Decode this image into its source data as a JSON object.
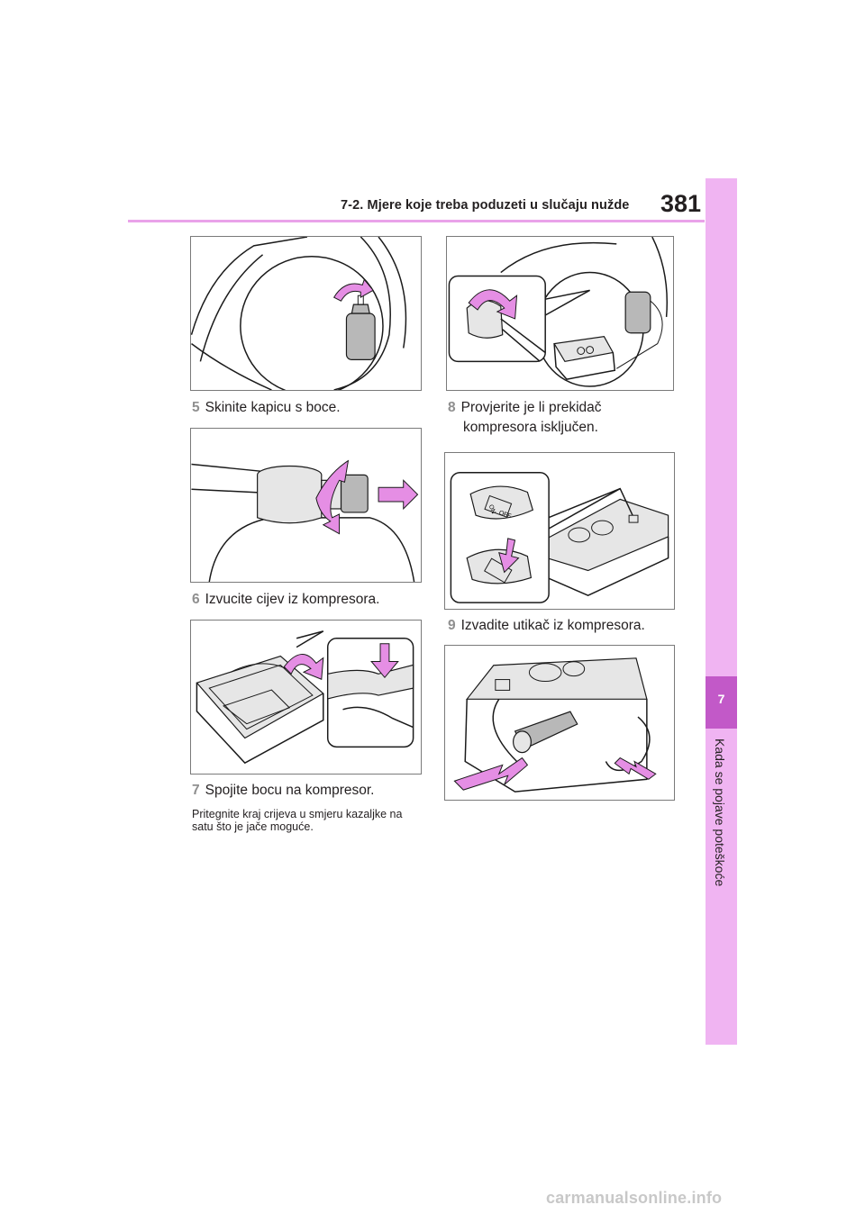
{
  "header": {
    "section_title": "7-2. Mjere koje treba poduzeti u slučaju nužde",
    "page_number": "381"
  },
  "side_tab": {
    "chapter_number": "7",
    "chapter_title": "Kada se pojave poteškoće"
  },
  "steps": [
    {
      "number": "5",
      "text": "Skinite kapicu s boce."
    },
    {
      "number": "6",
      "text": "Izvucite cijev iz kompresora."
    },
    {
      "number": "7",
      "text": "Spojite bocu na kompresor.",
      "note": "Pritegnite kraj crijeva u smjeru kazaljke na satu što je jače moguće."
    },
    {
      "number": "8",
      "text_line1": "Provjerite je li prekidač",
      "text_line2": "kompresora isključen."
    },
    {
      "number": "9",
      "text": "Izvadite utikač iz kompresora."
    }
  ],
  "switch_labels": {
    "on": "ON",
    "off": "OFF"
  },
  "colors": {
    "accent_pink": "#e58ee4",
    "tab_pink": "#f0b4f2",
    "tab_active": "#c259c8"
  },
  "watermark": "carmanualsonline.info"
}
